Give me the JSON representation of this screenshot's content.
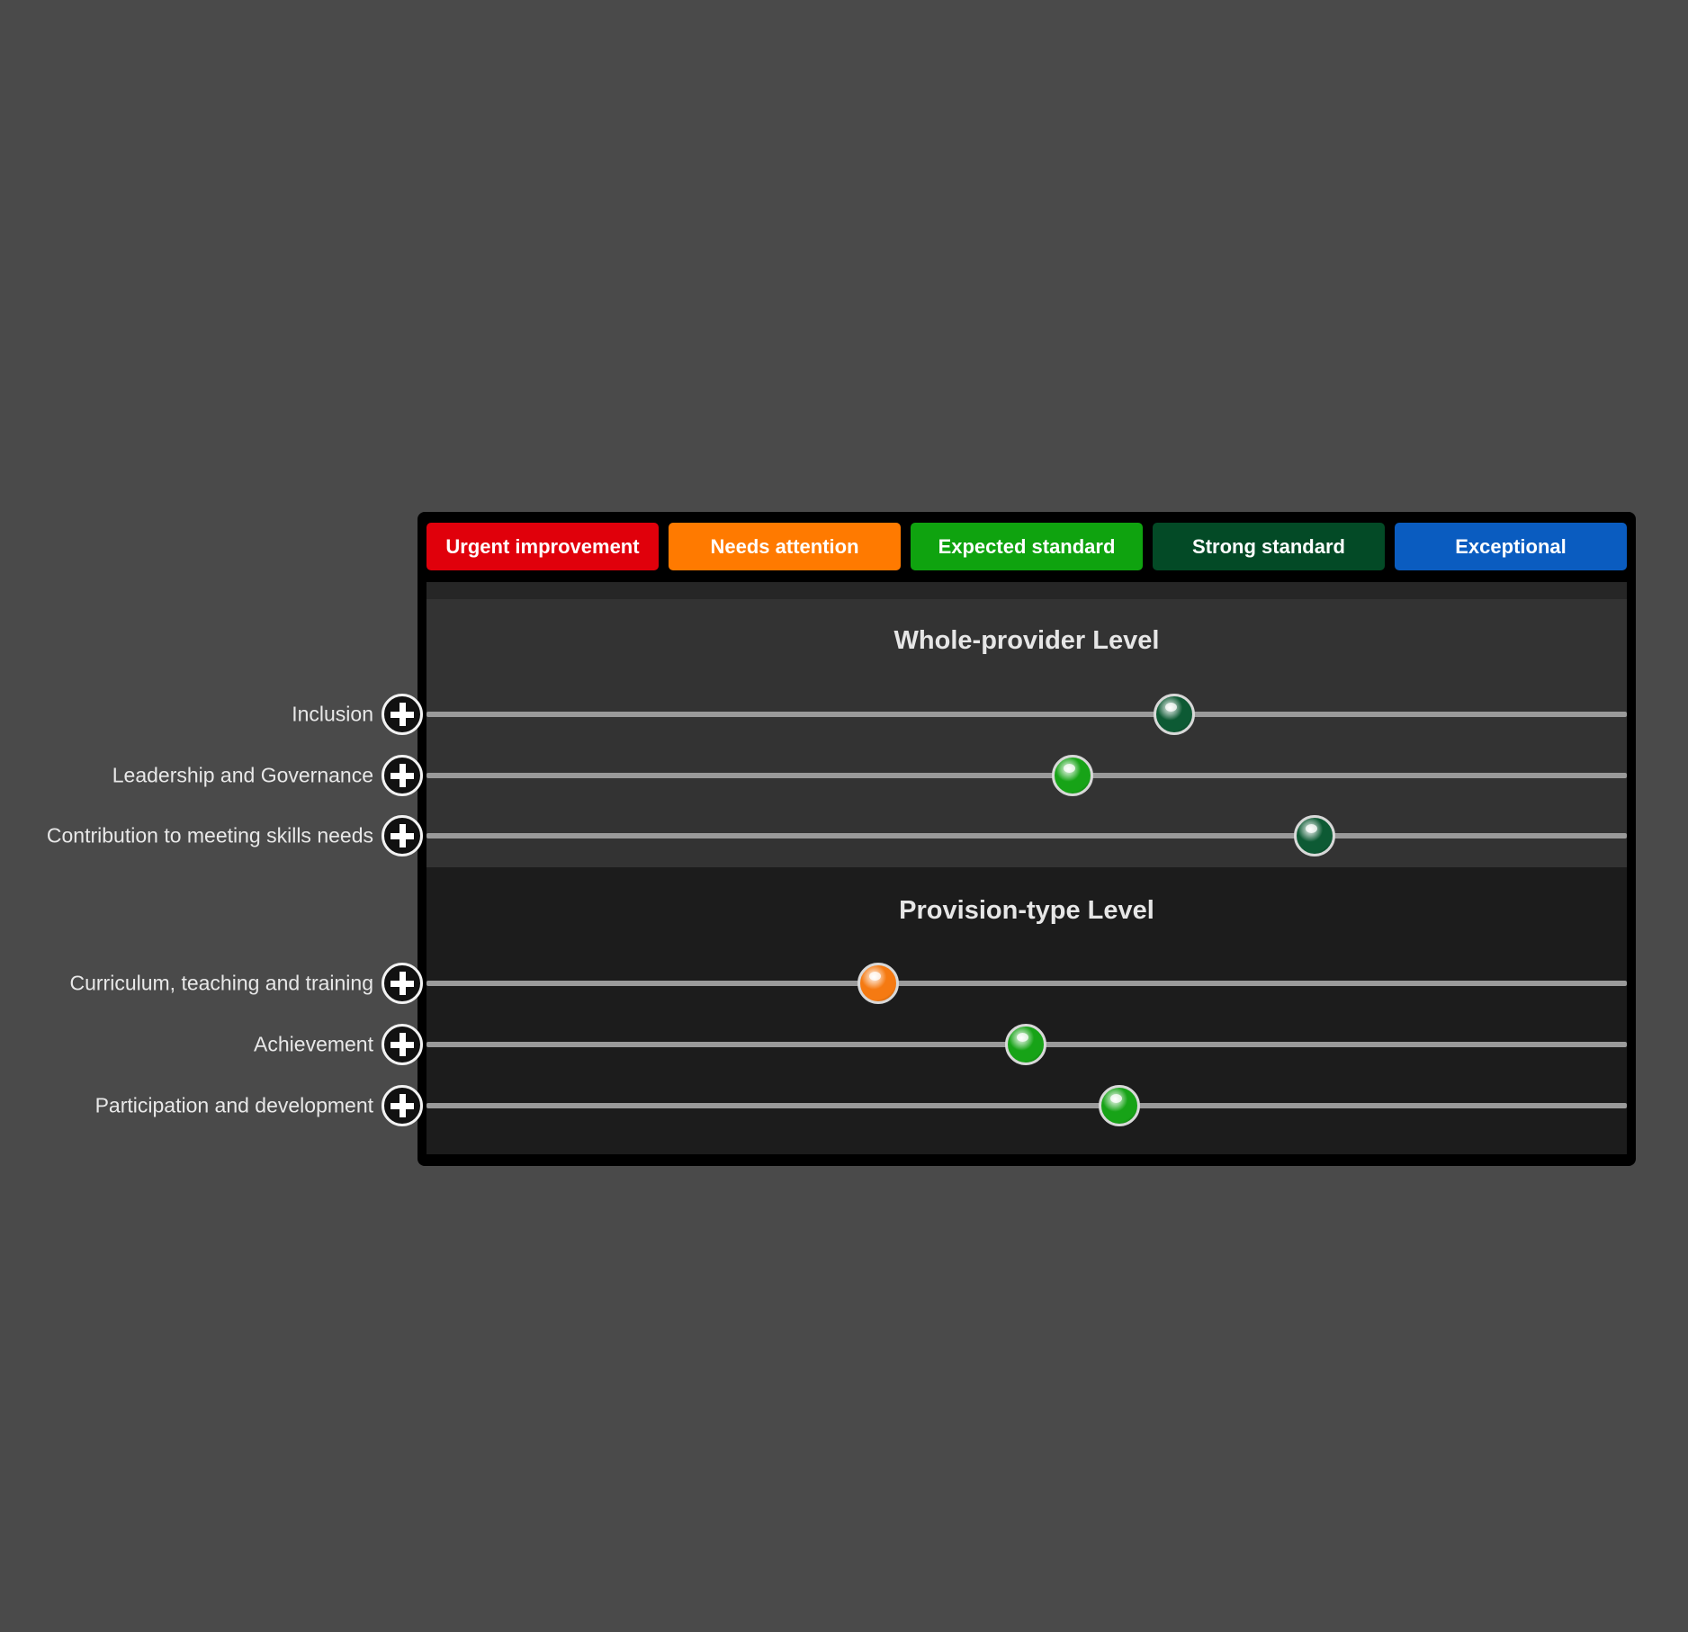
{
  "legend": [
    {
      "label": "Urgent improvement",
      "color": "#e0000b"
    },
    {
      "label": "Needs attention",
      "color": "#ff7a00"
    },
    {
      "label": "Expected standard",
      "color": "#0fa30f"
    },
    {
      "label": "Strong standard",
      "color": "#034a26"
    },
    {
      "label": "Exceptional",
      "color": "#0a5cc0"
    }
  ],
  "sections": [
    {
      "title": "Whole-provider Level",
      "rows": [
        {
          "label": "Inclusion",
          "value": 0.623,
          "rating": "Strong standard",
          "color": "#0d5a34"
        },
        {
          "label": "Leadership and Governance",
          "value": 0.538,
          "rating": "Expected standard",
          "color": "#17a317"
        },
        {
          "label": "Contribution to meeting skills needs",
          "value": 0.74,
          "rating": "Strong standard",
          "color": "#0d5a34"
        }
      ]
    },
    {
      "title": "Provision-type Level",
      "rows": [
        {
          "label": "Curriculum, teaching and training",
          "value": 0.376,
          "rating": "Needs attention",
          "color": "#f57a12"
        },
        {
          "label": "Achievement",
          "value": 0.499,
          "rating": "Expected standard",
          "color": "#17a317"
        },
        {
          "label": "Participation and development",
          "value": 0.577,
          "rating": "Expected standard",
          "color": "#17a317"
        }
      ]
    }
  ]
}
